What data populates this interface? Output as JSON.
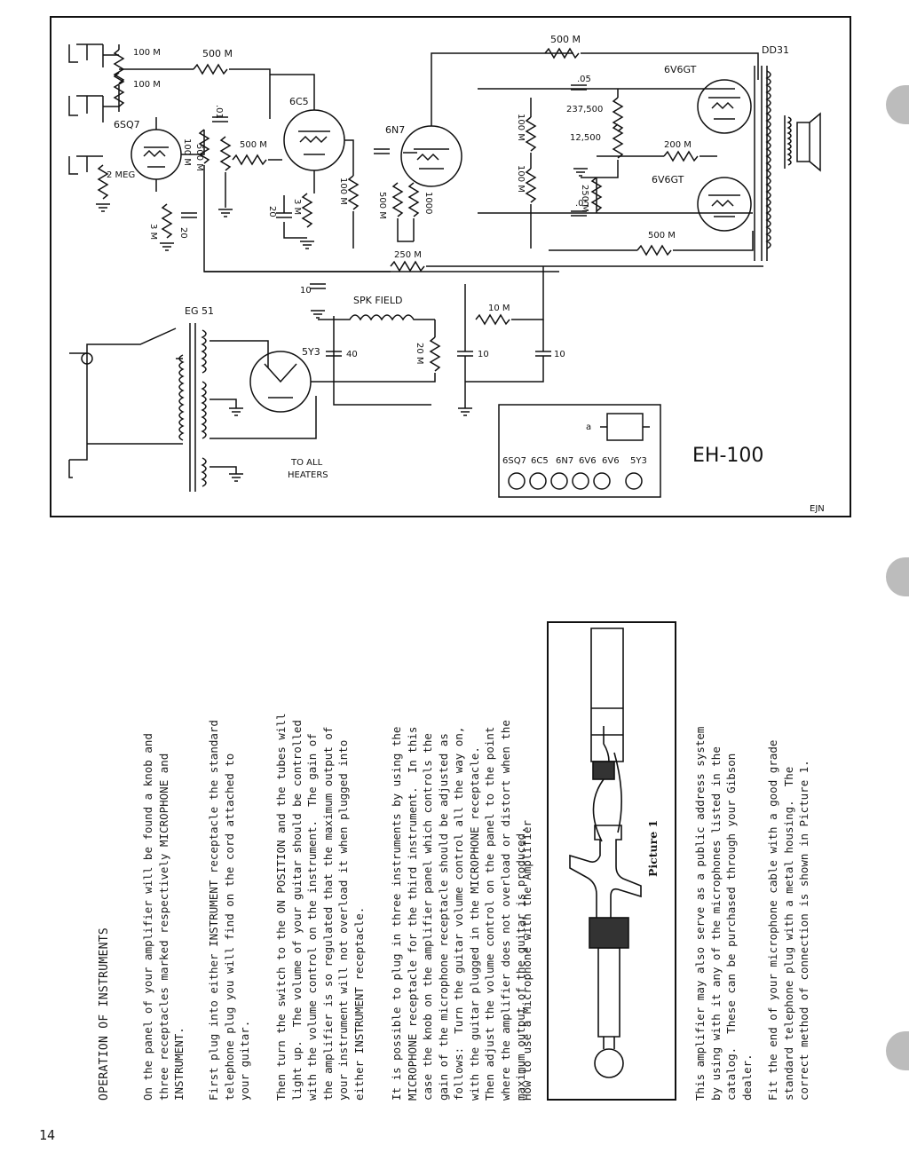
{
  "schematic": {
    "title": "EH-100",
    "initials": "EJN",
    "tubes": [
      "6SQ7",
      "6C5",
      "6N7",
      "6V6GT",
      "6V6GT",
      "5Y3"
    ],
    "output_transformer": "DD31",
    "power_transformer": "EG 51",
    "speaker_field": "SPK FIELD",
    "heaters_note": [
      "TO ALL",
      "HEATERS"
    ],
    "component_values": {
      "r_100m_a": "100 M",
      "r_100m_b": "100 M",
      "r_500m_a": "500 M",
      "r_500m_top": "500 M",
      "r_2meg": "2 MEG",
      "r_3m_a": "3 M",
      "r_3m_b": "3 M",
      "c_01": ".01",
      "r_100m_c": "100 M",
      "r_500m_b": "500 M",
      "r_500m_c": "500 M",
      "c_20a": "20",
      "c_20b": "20",
      "r_100m_d": "100 M",
      "r_500m_d": "500 M",
      "r_1000": "1000",
      "c_05a": ".05",
      "r_237500": "237,500",
      "r_12500": "12,500",
      "r_100m_e": "100 M",
      "r_100m_f": "100 M",
      "r_250m_a": "250 M",
      "c_05b": ".05",
      "r_200m": "200 M",
      "r_500m_e": "500 M",
      "r_250m_b": "250 M",
      "c_10a": "10",
      "r_10m": "10 M",
      "c_40": "40",
      "r_20m": "20 M",
      "c_10b": "10",
      "c_10c": "10"
    },
    "panel_tubes": [
      "6SQ7",
      "6C5",
      "6N7",
      "6V6",
      "6V6",
      "5Y3"
    ],
    "panel_fuse_label": "a"
  },
  "instructions": {
    "heading": "OPERATION OF INSTRUMENTS",
    "para1": "On the panel of your amplifier will be found a knob and\nthree receptacles marked respectively MICROPHONE and\nINSTRUMENT.",
    "para2": "First plug into either INSTRUMENT receptacle the standard\ntelephone plug you will find on the cord attached to\nyour guitar.",
    "para3": "Then turn the switch to the ON POSITION and the tubes will\nlight up.  The volume of your guitar should be controlled\nwith the volume control on the instrument.  The gain of\nthe amplifier is so regulated that the maximum output of\nyour instrument will not overload it when plugged into\neither INSTRUMENT receptacle.",
    "para4": "It is possible to plug in three instruments by using the\nMICROPHONE receptacle for the third instrument.  In this\ncase the knob on the amplifier panel which controls the\ngain of the microphone receptacle should be adjusted as\nfollows:  Turn the guitar volume control all the way on,\nwith the guitar plugged in the MICROPHONE receptacle.\nThen adjust the volume control on the panel to the point\nwhere the amplifier does not overload or distort when the\nmaximum output of the guitar is produced.",
    "mic_heading": "How to use a Microphone with the Amplifier",
    "picture_caption": "Picture 1",
    "para5": "This amplifier may also serve as a public address system\nby using with it any of the microphones listed in the\ncatalog.  These can be purchased through your Gibson\ndealer.",
    "para6": "Fit the end of your microphone cable with a good grade\nstandard telephone plug with a metal housing.  The\ncorrect method of connection is shown in Picture 1."
  },
  "page_number": "14"
}
